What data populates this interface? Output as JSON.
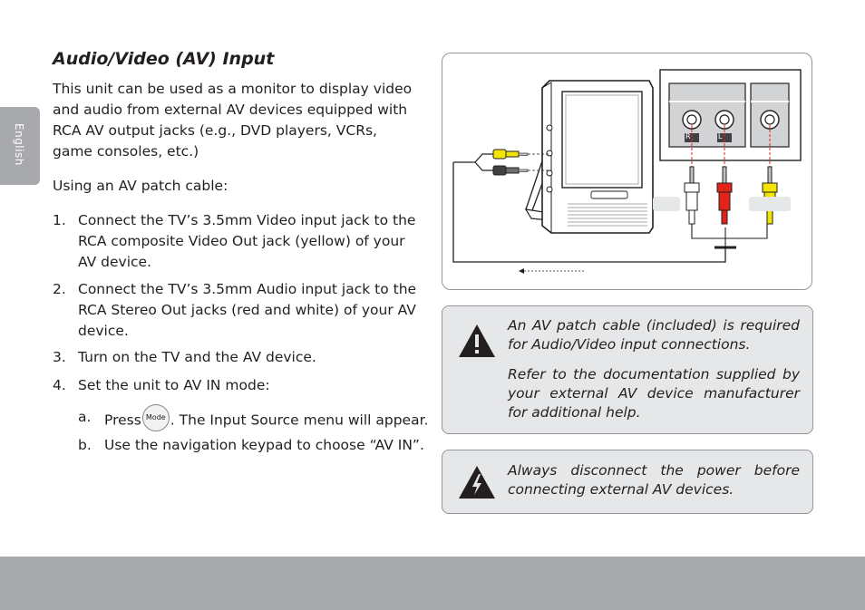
{
  "side_tab": {
    "label": "English"
  },
  "section": {
    "title": "Audio/Video (AV) Input",
    "intro": "This unit can be used as a monitor to display video and audio from external AV devices equipped with RCA AV output jacks (e.g., DVD players, VCRs, game consoles, etc.)",
    "using": "Using an AV patch cable:",
    "steps": [
      {
        "num": "1.",
        "text": "Connect the TV’s 3.5mm Video input jack to the RCA composite Video Out jack (yellow) of your AV device."
      },
      {
        "num": "2.",
        "text": "Connect the TV’s 3.5mm Audio input jack to the RCA Stereo Out jacks (red and white) of your AV device."
      },
      {
        "num": "3.",
        "text": "Turn on the TV and the AV device."
      },
      {
        "num": "4.",
        "text": "Set the unit to AV IN mode:"
      }
    ],
    "substeps": [
      {
        "letter": "a.",
        "before": "Press",
        "button": "Mode",
        "after": ". The Input Source menu will appear."
      },
      {
        "letter": "b.",
        "text": "Use the navigation keypad to choose “AV IN”."
      }
    ]
  },
  "diagram": {
    "jack_labels": [
      "R",
      "L"
    ],
    "colors": {
      "video_plug": "#f2e600",
      "right_plug": "#e2231a",
      "left_plug": "#ffffff"
    }
  },
  "notes": [
    {
      "icon": "warning-icon",
      "paragraphs": [
        "An AV patch cable (included) is required for Audio/Video input connections.",
        "Refer to the documentation supplied by your external AV device manufacturer for additional help."
      ]
    },
    {
      "icon": "electric-hazard-icon",
      "paragraphs": [
        "Always disconnect the power before connecting external AV devices."
      ]
    }
  ]
}
